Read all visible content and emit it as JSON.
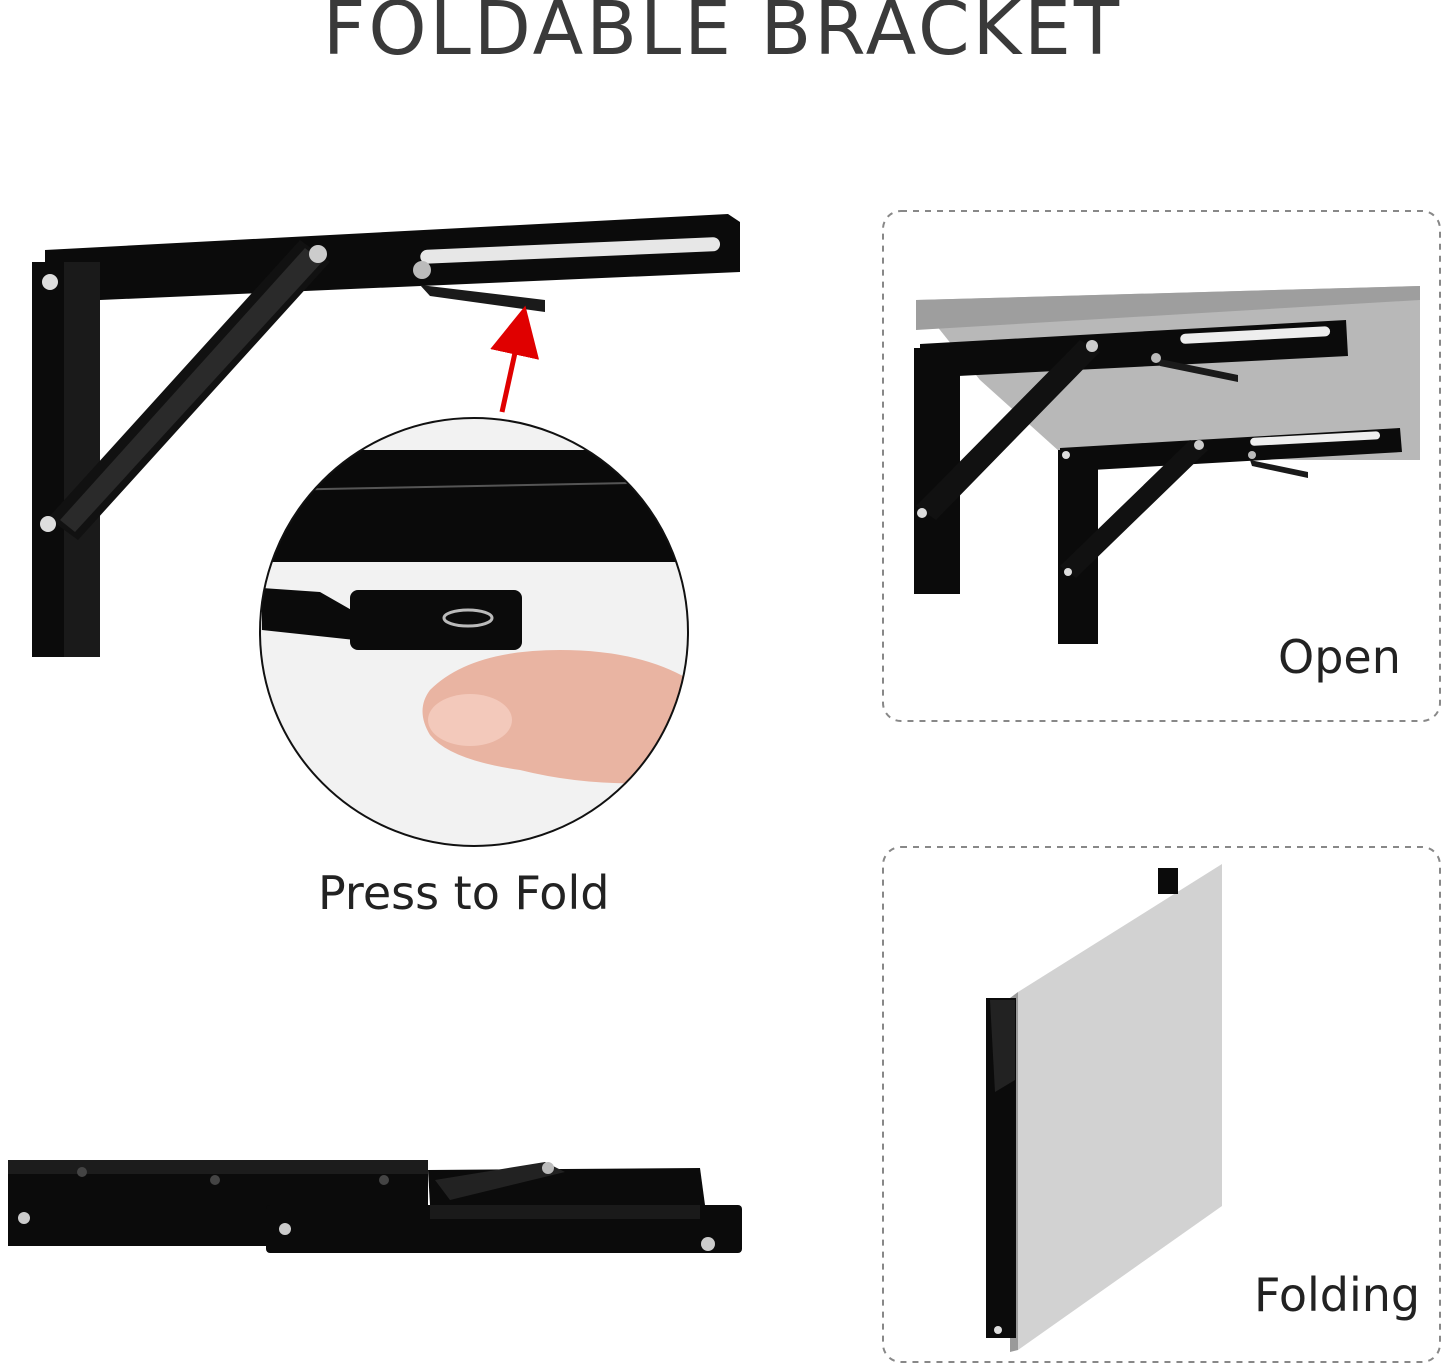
{
  "title": "FOLDABLE BRACKET",
  "captions": {
    "press": "Press to Fold",
    "open": "Open",
    "folding": "Folding"
  },
  "colors": {
    "bracket": "#0b0b0b",
    "arrow": "#e00000",
    "shelf": "#b8b8b8",
    "panel_border": "#888888"
  }
}
